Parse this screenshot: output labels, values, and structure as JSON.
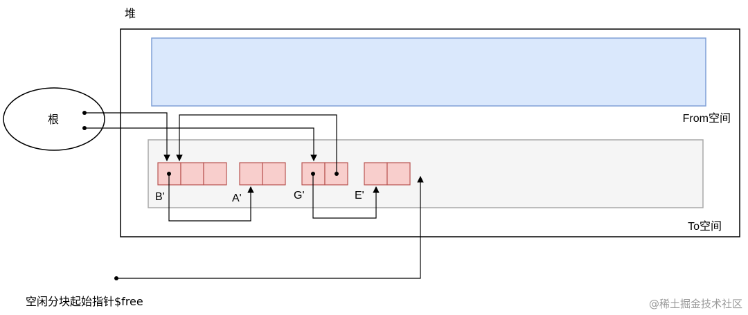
{
  "heap_label": "堆",
  "from_space_label": "From空间",
  "to_space_label": "To空间",
  "root_label": "根",
  "objects": [
    {
      "id": "B",
      "label": "B'"
    },
    {
      "id": "A",
      "label": "A'"
    },
    {
      "id": "G",
      "label": "G'"
    },
    {
      "id": "E",
      "label": "E'"
    }
  ],
  "free_pointer_label": "空闲分块起始指针$free",
  "watermark": "@稀土掘金技术社区",
  "colors": {
    "from_fill": "#dae8fc",
    "from_stroke": "#7f9fd6",
    "to_fill": "#f5f5f5",
    "to_stroke": "#a8a8a8",
    "cell_fill": "#f8cecc",
    "cell_stroke": "#b85450",
    "line": "#000000"
  }
}
